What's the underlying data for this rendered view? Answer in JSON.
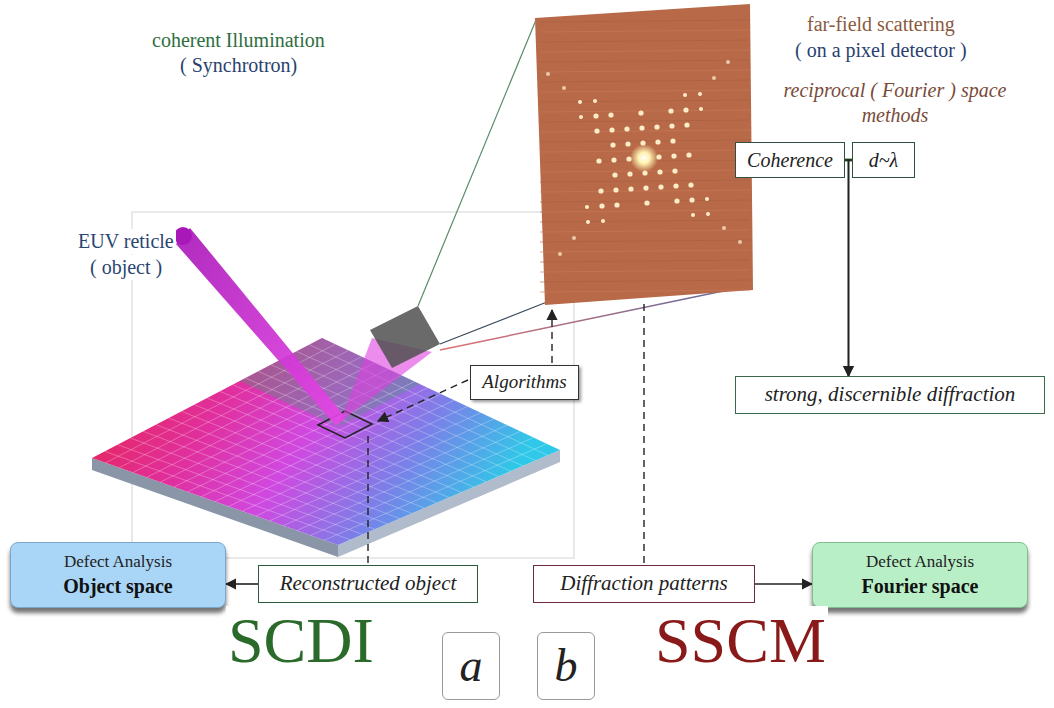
{
  "diagram": {
    "nodes": [
      {
        "text": [
          "Coherence"
        ]
      },
      {
        "text": [
          "d~λ"
        ]
      },
      {
        "text": [
          "Algorithms"
        ]
      },
      {
        "text": [
          "strong, discernible diffraction"
        ]
      },
      {
        "text": [
          "Defect Analysis",
          "Object space"
        ]
      },
      {
        "text": [
          "Reconstructed object"
        ]
      },
      {
        "text": [
          "Diffraction patterns"
        ]
      },
      {
        "text": [
          "Defect Analysis",
          "Fourier space"
        ]
      },
      {
        "text": [
          "a"
        ]
      },
      {
        "text": [
          "b"
        ]
      }
    ],
    "edges": [
      {
        "from": 0,
        "to": 1,
        "arrow": "none"
      },
      {
        "from": 0,
        "to": 3,
        "arrow": "to"
      },
      {
        "from": 1,
        "to": 3,
        "arrow": "to"
      },
      {
        "from": 5,
        "to": 4,
        "arrow": "to"
      },
      {
        "from": 6,
        "to": 7,
        "arrow": "to"
      }
    ],
    "labels": [
      "coherent Illumination",
      "( Synchrotron)",
      "far-field scattering",
      "( on a pixel detector )",
      "reciprocal ( Fourier ) space methods",
      "EUV reticle",
      "( object )",
      "SCDI",
      "SSCM"
    ]
  }
}
